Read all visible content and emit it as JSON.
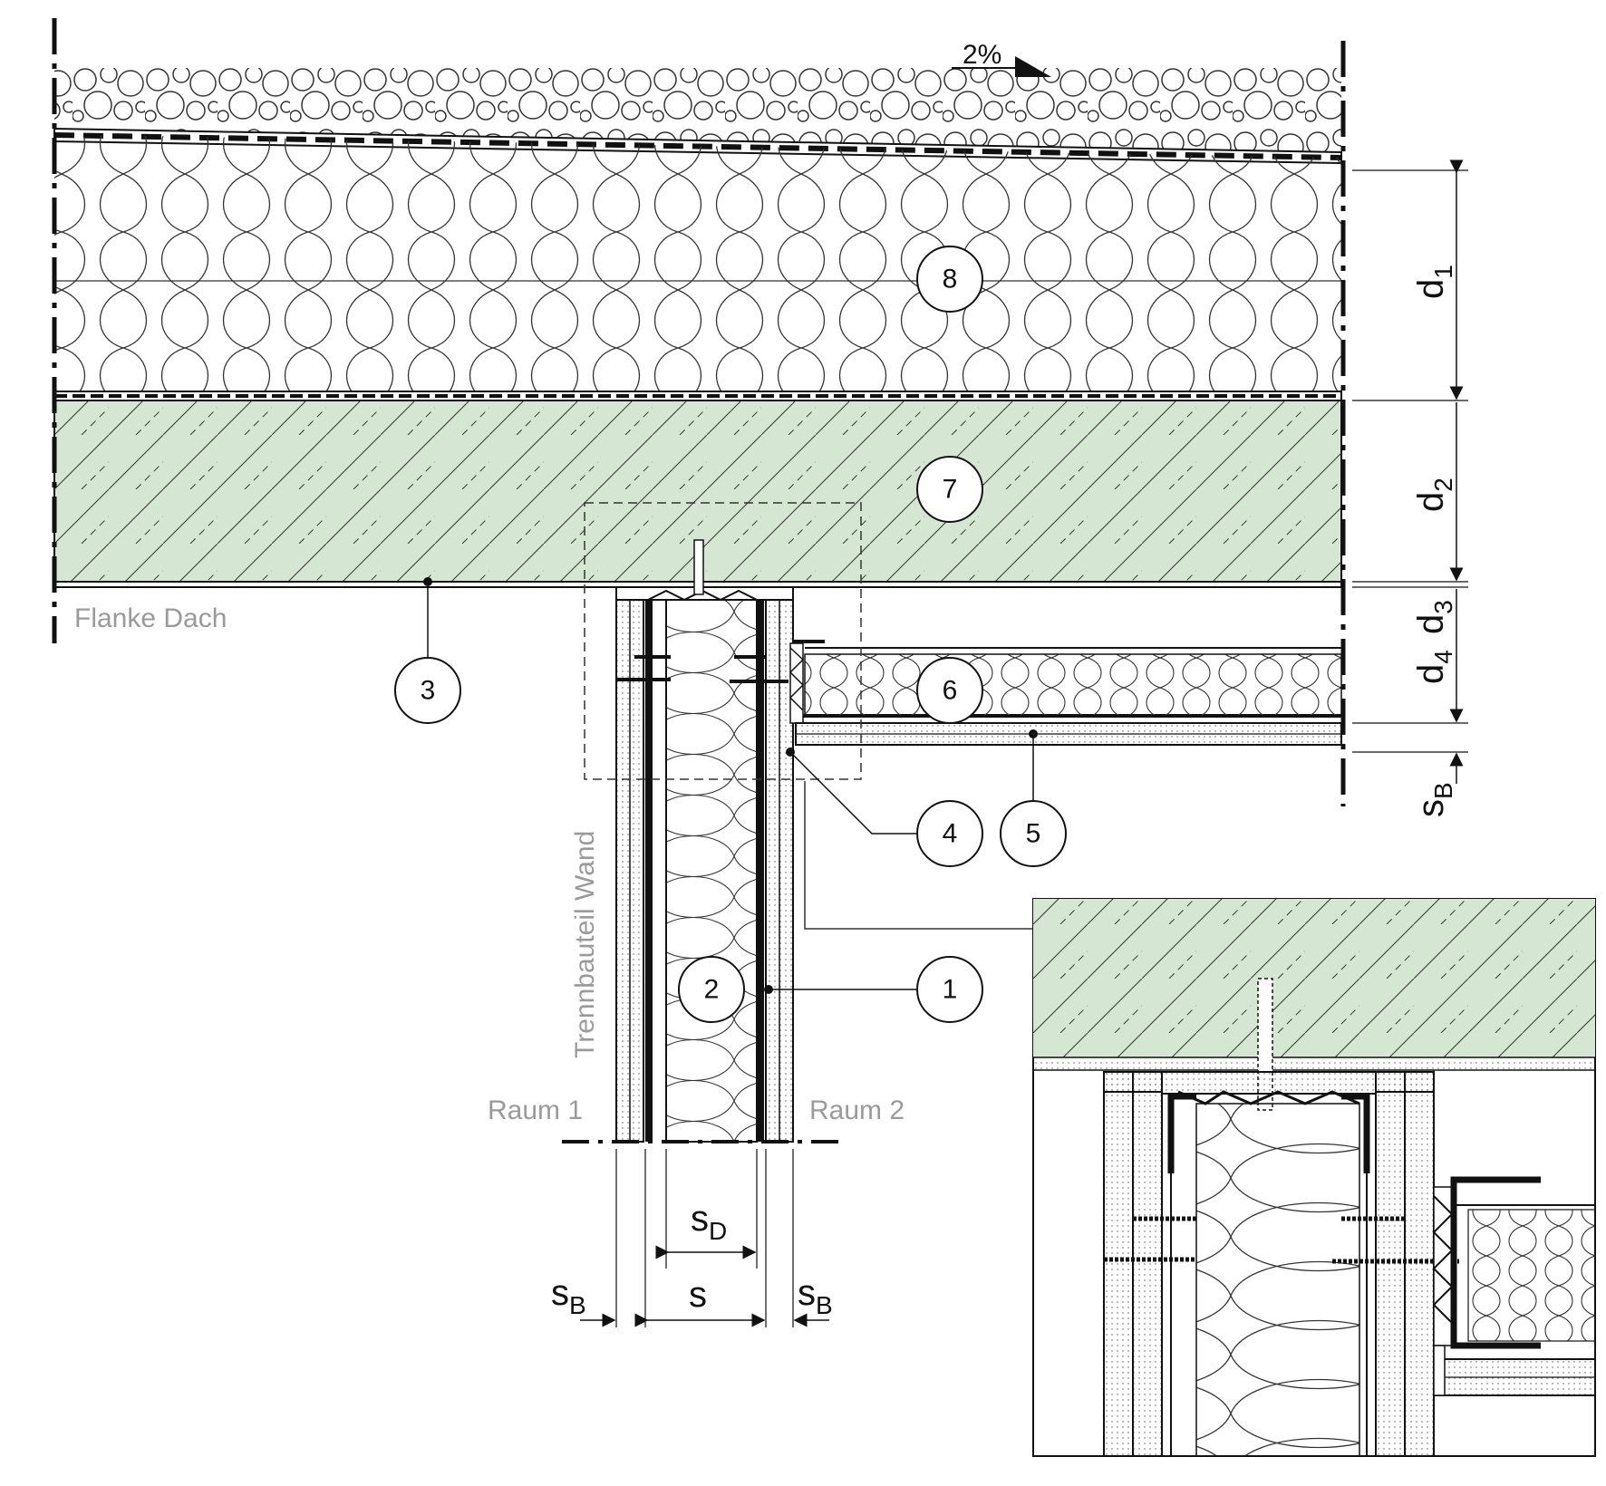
{
  "slope": {
    "label": "2%"
  },
  "labels": {
    "flanke_dach": "Flanke Dach",
    "trennbauteil_wand": "Trennbauteil Wand",
    "raum1": "Raum 1",
    "raum2": "Raum 2"
  },
  "callouts": [
    "1",
    "2",
    "3",
    "4",
    "5",
    "6",
    "7",
    "8"
  ],
  "dimensions": {
    "d1": {
      "base": "d",
      "sub": "1"
    },
    "d2": {
      "base": "d",
      "sub": "2"
    },
    "d3": {
      "base": "d",
      "sub": "3"
    },
    "d4": {
      "base": "d",
      "sub": "4"
    },
    "sB": {
      "base": "s",
      "sub": "B"
    },
    "sD": {
      "base": "s",
      "sub": "D"
    },
    "s": "s"
  },
  "colors": {
    "concrete": "#d5e6d3",
    "line": "#111111",
    "grey_text": "#9a9a9a"
  }
}
